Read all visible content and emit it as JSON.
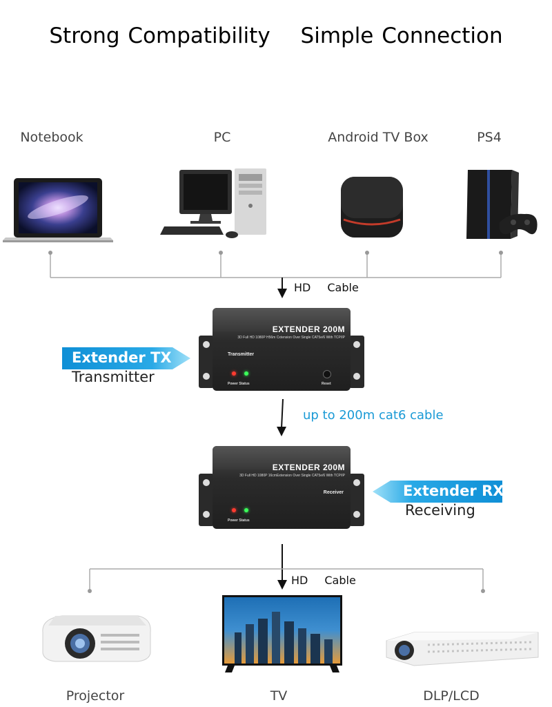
{
  "title": {
    "part1": "Strong Compatibility",
    "part2": "Simple Connection"
  },
  "sources": [
    {
      "label": "Notebook",
      "icon": "laptop-icon"
    },
    {
      "label": "PC",
      "icon": "desktop-computer-icon"
    },
    {
      "label": "Android TV Box",
      "icon": "tv-box-icon"
    },
    {
      "label": "PS4",
      "icon": "game-console-icon"
    }
  ],
  "top_cable": {
    "hd": "HD",
    "cable": "Cable"
  },
  "transmitter": {
    "name": "EXTENDER 200M",
    "desc": "3D Full HD 1080P H56m Cxtension Over Single CAT5e/6 With TCP/IP",
    "mode": "Transmitter",
    "power_status": "Power Status",
    "reset": "Reset",
    "tag_title": "Extender TX",
    "tag_sub": "Transmitter"
  },
  "middle_cable": "up to 200m cat6 cable",
  "receiver": {
    "name": "EXTENDER 200M",
    "desc": "3D Full HD 1080P 16cmExtension Over Single CAT5e/6 With TCP/IP",
    "mode": "Receiver",
    "power_status": "Power Status",
    "tag_title": "Extender RX",
    "tag_sub": "Receiving"
  },
  "bottom_cable": {
    "hd": "HD",
    "cable": "Cable"
  },
  "destinations": [
    {
      "label": "Projector",
      "icon": "projector-icon"
    },
    {
      "label": "TV",
      "icon": "tv-icon"
    },
    {
      "label": "DLP/LCD",
      "icon": "pico-projector-icon"
    }
  ],
  "colors": {
    "accent_blue": "#1a9ad6",
    "tag_gradient_start": "#0f8fd6",
    "tag_gradient_end": "#9fe0f8",
    "device_dark": "#2b2b2b"
  }
}
